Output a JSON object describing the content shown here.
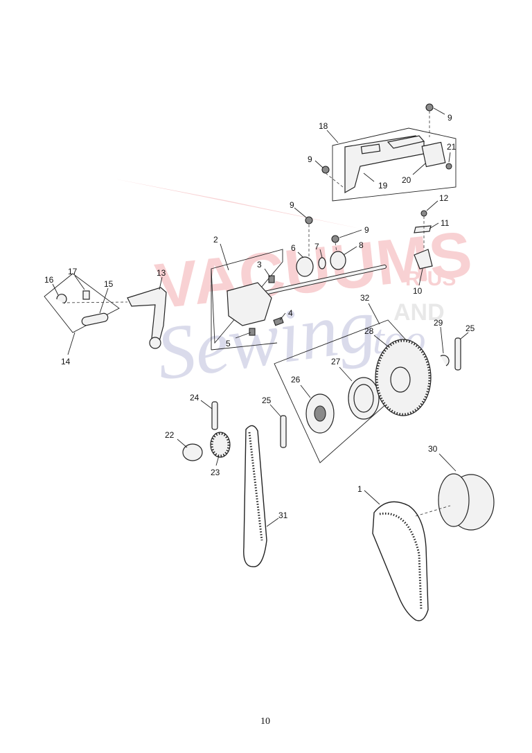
{
  "watermark": {
    "lines": [
      "VACUUMS",
      "R-US",
      "AND",
      "Sewing",
      "too"
    ],
    "colors": {
      "red": "#e0323a",
      "blue": "#5a5fa8",
      "gray": "#9a9a9a"
    }
  },
  "callouts": [
    "1",
    "2",
    "3",
    "4",
    "5",
    "6",
    "7",
    "8",
    "9",
    "9",
    "9",
    "9",
    "10",
    "11",
    "12",
    "13",
    "14",
    "15",
    "16",
    "17",
    "18",
    "19",
    "20",
    "21",
    "22",
    "23",
    "24",
    "25",
    "25",
    "26",
    "27",
    "28",
    "29",
    "30",
    "31",
    "32"
  ],
  "page_number": "10"
}
